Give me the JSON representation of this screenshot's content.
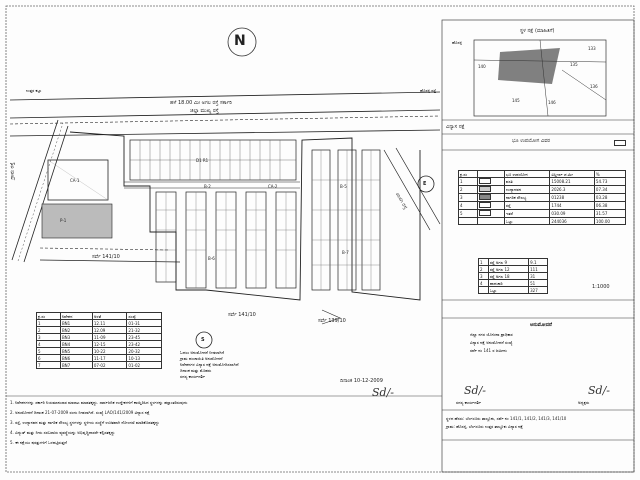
{
  "document": {
    "north_label": "N",
    "rotated_texts": [
      "ಉತ್ತರ ಕಟ್ಟು",
      "ಹೊಸಳ್ಳಿ ರಸ್ತೆ"
    ],
    "road_labels": {
      "top_road_1": "ಹಳೆ 18.00 ಮೀ ಅಗಲ ರಸ್ತೆ ಸರ್ಕಾರಿ",
      "top_road_2": "ಜಿಲ್ಲಾ ಮುಖ್ಯ ರಸ್ತೆ",
      "left_road": "ಗ್ರಾಮ ರಸ್ತೆ",
      "right_road": "ಖಾಸಗಿ ರಸ್ತೆ",
      "survey_1": "ಸರ್ವೆ 141/10",
      "survey_2": "ಸರ್ವೆ 141/10",
      "survey_3": "ಸರ್ವೆ 139/10",
      "circle_e": "E",
      "circle_s": "S"
    },
    "plot_labels": [
      "CA-1",
      "D1 R1",
      "B-2",
      "B-5",
      "B-6",
      "B-7",
      "P-1",
      "CA-2"
    ],
    "plot_table": {
      "headers": [
        "ಕ್ರ.ಸಂ",
        "ನಿವೇಶನ",
        "ಅಳತೆ",
        "ಸಂಖ್ಯೆ"
      ],
      "rows": [
        [
          "1",
          "BN1",
          "12.11",
          "01-31"
        ],
        [
          "2",
          "BN2",
          "12.09",
          "21-32"
        ],
        [
          "3",
          "BN3",
          "11-09",
          "23-45"
        ],
        [
          "4",
          "BN4",
          "12-15",
          "23-42"
        ],
        [
          "5",
          "BN5",
          "10-22",
          "20-32"
        ],
        [
          "6",
          "BN6",
          "11-17",
          "10-13"
        ],
        [
          "7",
          "BN7",
          "07-02",
          "01-02"
        ]
      ]
    },
    "keyplan_title": "ಸ್ಥಳ ನಕ್ಷೆ (ಮಾಹಿತಿಗೆ)",
    "keyplan_labels": [
      "ಹೊಸಳ್ಳಿ",
      "140",
      "145",
      "146",
      "133",
      "135",
      "136"
    ],
    "side_label": "ವಿನ್ಯಾಸ ನಕ್ಷೆ",
    "land_title": "ಭೂ ಉಪಯೋಗ ವಿವರ",
    "land_table": {
      "headers": [
        "ಕ್ರ.ಸಂ",
        "",
        "ಭೂ ಉಪಯೋಗ",
        "ವಿಸ್ತೀರ್ಣ ಚ.ಮೀ",
        "%"
      ],
      "rows": [
        [
          "1",
          "",
          "ವಸತಿ",
          "15008.21",
          "54.73"
        ],
        [
          "2",
          "",
          "ಉದ್ಯಾನವನ",
          "2026.3",
          "07.34"
        ],
        [
          "3",
          "",
          "ನಾಗರಿಕ ಸೌಲಭ್ಯ",
          "01238",
          "03.28"
        ],
        [
          "4",
          "",
          "ರಸ್ತೆ",
          "1744",
          "06.38"
        ],
        [
          "5",
          "",
          "ಇತರೆ",
          "030.09",
          "31.57"
        ],
        [
          "",
          "",
          "ಒಟ್ಟು",
          "244036",
          "100.00"
        ]
      ]
    },
    "road_table": {
      "rows": [
        [
          "1",
          "ರಸ್ತೆ ಅಗಲ 9",
          "9.1"
        ],
        [
          "2",
          "ರಸ್ತೆ ಅಗಲ 12",
          "111"
        ],
        [
          "3",
          "ರಸ್ತೆ ಅಗಲ 18",
          "31"
        ],
        [
          "4",
          "ಪಾದಚಾರಿ",
          "51"
        ],
        [
          "",
          "ಒಟ್ಟು",
          "327"
        ]
      ]
    },
    "scale_label": "1:1000",
    "notes_bottom": [
      "1. ನಿವೇಶನಗಳನ್ನು ಸರ್ಕಾರಿ ನಿಯಮಾನುಸಾರ ಮಾರಾಟ ಮಾಡತಕ್ಕದ್ದು. ಸಾರ್ವಜನಿಕ ಉದ್ದೇಶಗಳಿಗೆ ಕಾಯ್ದಿರಿಸಿದ ಸ್ಥಳಗಳನ್ನು ಹಸ್ತಾಂತರಿಸುವುದು",
      "2. ಅನುಮೋದನೆ ದಿನಾಂಕ 21-07-2009 ರಂದು ನೀಡಲಾಗಿದೆ. ಸಂಖ್ಯೆ LAO/141/2009 ವಿನ್ಯಾಸ ನಕ್ಷೆ",
      "3. ರಸ್ತೆ, ಉದ್ಯಾನವನ ಮತ್ತು ನಾಗರಿಕ ಸೌಲಭ್ಯ ಸ್ಥಳಗಳನ್ನು ಸ್ಥಳೀಯ ಸಂಸ್ಥೆಗೆ ಉಚಿತವಾಗಿ ನೋಂದಣಿ ಮಾಡಿಕೊಡತಕ್ಕದ್ದು",
      "4. ವಿದ್ಯುತ್ ಮತ್ತು ನೀರು ಸರಬರಾಜು ವ್ಯವಸ್ಥೆಯನ್ನು ಅಭಿವೃದ್ಧಿದಾರರೇ ಕಲ್ಪಿಸತಕ್ಕದ್ದು",
      "5. ಈ ನಕ್ಷೆಯು ಷರತ್ತುಗಳಿಗೆ ಒಳಪಟ್ಟಿರುತ್ತದೆ"
    ],
    "mid_notes": [
      "ಓದಲು ಅನುಮೋದನೆ ನೀಡಲಾಗಿದೆ",
      "ಗ್ರಾಮ ಪಂಚಾಯಿತಿ ಅನುಮೋದನೆ",
      "ನಿವೇಶನಗಳ ವಿನ್ಯಾಸ ನಕ್ಷೆ ಅನುಮೋದಿಸಲಾಗಿದೆ",
      "ದಿನಾಂಕ ಮತ್ತು ಮೊಹರು",
      "ಸದಸ್ಯ ಕಾರ್ಯದರ್ಶಿ"
    ],
    "date_text": "ದಿನಾಂಕ 10-12-2009",
    "approval_block": {
      "title": "ಅನುಮೋದನೆ",
      "lines": [
        "ಜಿಲ್ಲಾ ನಗರ ಯೋಜನಾ ಪ್ರಾಧಿಕಾರ",
        "ವಿನ್ಯಾಸ ನಕ್ಷೆ ಅನುಮೋದನೆ ಸಂಖ್ಯೆ",
        "ಸರ್ವೆ ನಂ 141 ರ ಜಮೀನು"
      ]
    },
    "signature_1": "Sd/-",
    "signature_2": "Sd/-",
    "signature_3": "Sd/-",
    "sig_captions": [
      "ಸದಸ್ಯ ಕಾರ್ಯದರ್ಶಿ",
      "ಅಧ್ಯಕ್ಷರು"
    ],
    "footer_lines": [
      "ಸ್ಥಳದ ಹೆಸರು: ಬೆಂಗಳೂರು ತಾಲ್ಲೂಕು, ಸರ್ವೆ ನಂ 141/1, 141/2, 141/3, 141/10",
      "ಗ್ರಾಮ: ಹೊಸಳ್ಳಿ, ಬೆಂಗಳೂರು ಉತ್ತರ ತಾಲ್ಲೂಕು ವಿನ್ಯಾಸ ನಕ್ಷೆ"
    ]
  }
}
